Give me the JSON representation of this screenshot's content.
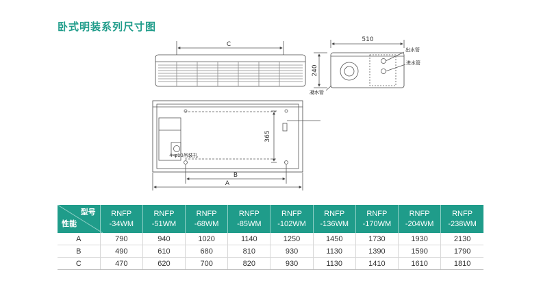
{
  "title": "卧式明装系列尺寸图",
  "drawing": {
    "front_dim_c": "C",
    "side_width": "510",
    "side_height": "240",
    "outlet_label": "出水管",
    "inlet_label": "进水管",
    "drain_label": "凝水管",
    "bottom_height": "365",
    "dim_b": "B",
    "dim_a": "A",
    "hole_label": "4-φ10吊装孔"
  },
  "table": {
    "corner_top": "型号",
    "corner_bottom": "性能",
    "models": [
      {
        "line1": "RNFP",
        "line2": "-34WM"
      },
      {
        "line1": "RNFP",
        "line2": "-51WM"
      },
      {
        "line1": "RNFP",
        "line2": "-68WM"
      },
      {
        "line1": "RNFP",
        "line2": "-85WM"
      },
      {
        "line1": "RNFP",
        "line2": "-102WM"
      },
      {
        "line1": "RNFP",
        "line2": "-136WM"
      },
      {
        "line1": "RNFP",
        "line2": "-170WM"
      },
      {
        "line1": "RNFP",
        "line2": "-204WM"
      },
      {
        "line1": "RNFP",
        "line2": "-238WM"
      }
    ],
    "rows": [
      {
        "label": "A",
        "values": [
          "790",
          "940",
          "1020",
          "1140",
          "1250",
          "1450",
          "1730",
          "1930",
          "2130"
        ]
      },
      {
        "label": "B",
        "values": [
          "490",
          "610",
          "680",
          "810",
          "930",
          "1130",
          "1390",
          "1590",
          "1790"
        ]
      },
      {
        "label": "C",
        "values": [
          "470",
          "620",
          "700",
          "820",
          "930",
          "1130",
          "1410",
          "1610",
          "1810"
        ]
      }
    ]
  }
}
